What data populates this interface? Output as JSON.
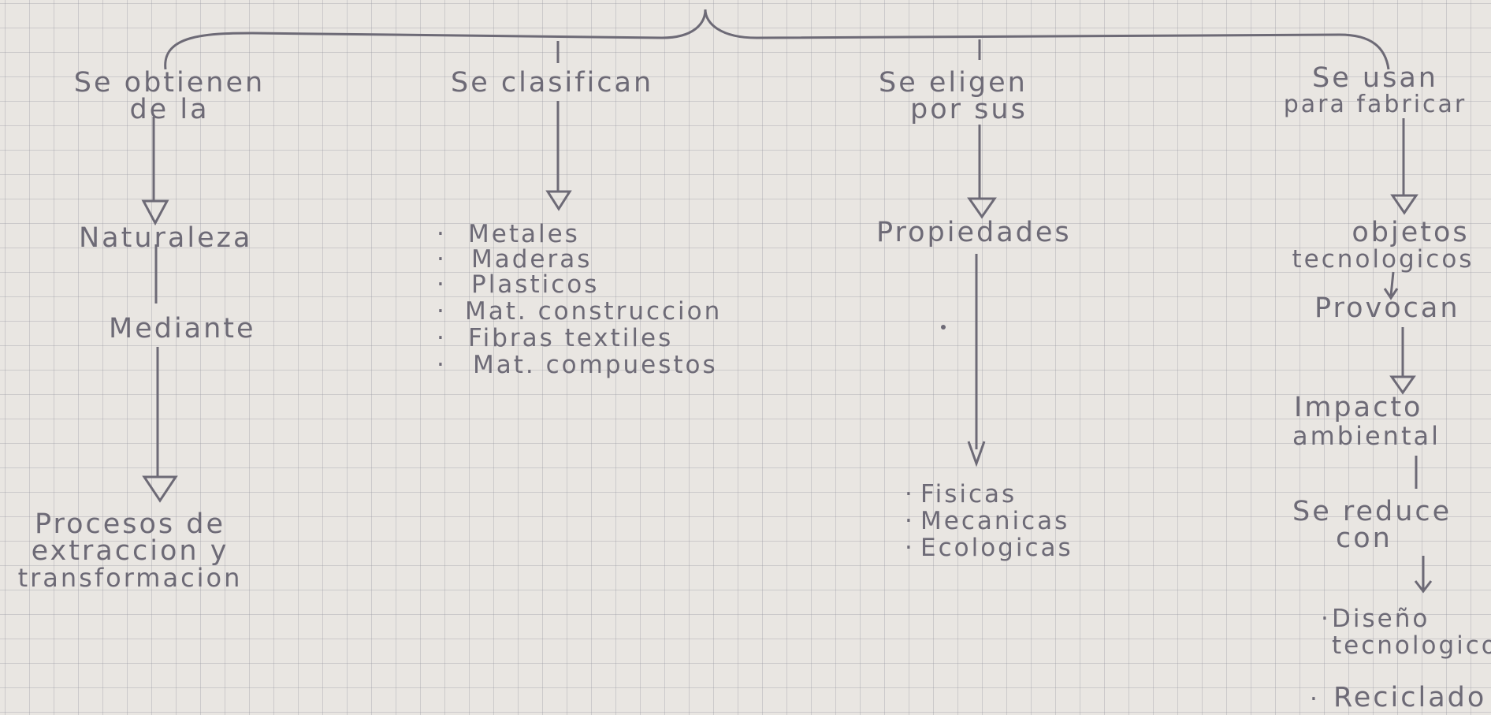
{
  "columns": [
    {
      "heading_1": "Se obtienen",
      "heading_2": "de la",
      "node_1": "Naturaleza",
      "connector": "Mediante",
      "node_2_lines": [
        "Procesos de",
        "extraccion y",
        "transformacion"
      ]
    },
    {
      "heading_1": "Se clasifican",
      "items": [
        "Metales",
        "Maderas",
        "Plasticos",
        "Mat. construccion",
        "Fibras textiles",
        "Mat. compuestos"
      ]
    },
    {
      "heading_1": "Se eligen",
      "heading_2": "por sus",
      "node_1": "Propiedades",
      "items": [
        "Fisicas",
        "Mecanicas",
        "Ecologicas"
      ]
    },
    {
      "heading_1": "Se usan",
      "heading_2": "para fabricar",
      "node_1_lines": [
        "objetos",
        "tecnologicos"
      ],
      "connector_1": "Provocan",
      "node_2_lines": [
        "Impacto",
        "ambiental"
      ],
      "connector_2_lines": [
        "Se reduce",
        "con"
      ],
      "items": [
        "Diseño tecnologico",
        "Reciclado"
      ]
    }
  ]
}
